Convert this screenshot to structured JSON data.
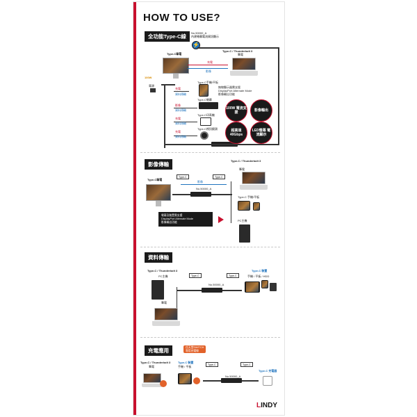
{
  "title": "HOW TO USE?",
  "sections": {
    "full": {
      "heading": "全功能Type-C線",
      "sub_model": "No.50000_A",
      "sub_desc": "內建螢幕電流資訊顯示",
      "pc_label": "Type-C筆電",
      "target_label": "Type-C / ",
      "target_tb": "Thunderbolt 3",
      "target_device": "筆電",
      "arrow_charge": "充電",
      "arrow_video": "影像",
      "power_100w": "100W",
      "power_outlet": "電源",
      "row1_charge": "充電",
      "row1_data": "資料傳輸",
      "row1_device": "Type-C手機/平板",
      "row1_note_1": "無線顯示器需支援",
      "row1_note_2": "DisplayPort Alternate Mode",
      "row1_note_3": "影像輸出功能",
      "row2_video": "影像",
      "row2_data": "資料傳輸",
      "row2_device": "Type-C螢幕",
      "row3_charge": "充電",
      "row3_data": "資料傳輸",
      "row3_device": "Type-C印表機",
      "row4_charge": "充電",
      "row4_data": "資料傳輸",
      "row4_device": "Type-C視訊鏡頭",
      "badge1": "100W 電流支援",
      "badge2": "影像輸出",
      "badge3": "超高速 40Gbps",
      "badge4": "LED螢幕 電流顯示"
    },
    "video": {
      "heading": "影像傳輸",
      "target_label": "Type-C / ",
      "target_tb": "Thunderbolt 3",
      "target_device": "筆電",
      "pc_label": "Type-C筆電",
      "box_left": "Type-C",
      "box_right": "Type-C",
      "arrow": "影像",
      "model": "No.50000_A",
      "phone_label": "Type-C 手機/平板",
      "pc_host": "PC主機",
      "warn_1": "螢幕及裝置需支援",
      "warn_2": "DisplayPort Alternate Mode",
      "warn_3": "影像輸出功能"
    },
    "data": {
      "heading": "資料傳輸",
      "source_label": "Type-C / ",
      "source_tb": "Thunderbolt 3",
      "source_pc": "PC主機",
      "source_laptop": "筆電",
      "box_left": "Type-C",
      "box_right": "Type-C",
      "model": "No.50000_A",
      "target_label": "Type-C 裝置",
      "target_sub": "手機 / 平板 / HDD"
    },
    "charge": {
      "heading": "充電應用",
      "orange_1": "任天堂SWITCH",
      "orange_2": "專用充電線",
      "src_label": "Type-C / ",
      "src_tb": "Thunderbolt 3",
      "src_laptop": "筆電",
      "src2_label": "Type-C 裝置",
      "src2_sub": "手機 / 平板",
      "box_left": "Type-C",
      "box_right": "Type-C",
      "model": "No.50000_A",
      "charger_label": "Type-C 充電器"
    }
  },
  "brand": {
    "logo_first": "L",
    "logo_rest": "INDY"
  },
  "colors": {
    "red": "#c8102e",
    "blue": "#1e73be",
    "dark": "#1a1a1a",
    "orange": "#e2622a"
  }
}
